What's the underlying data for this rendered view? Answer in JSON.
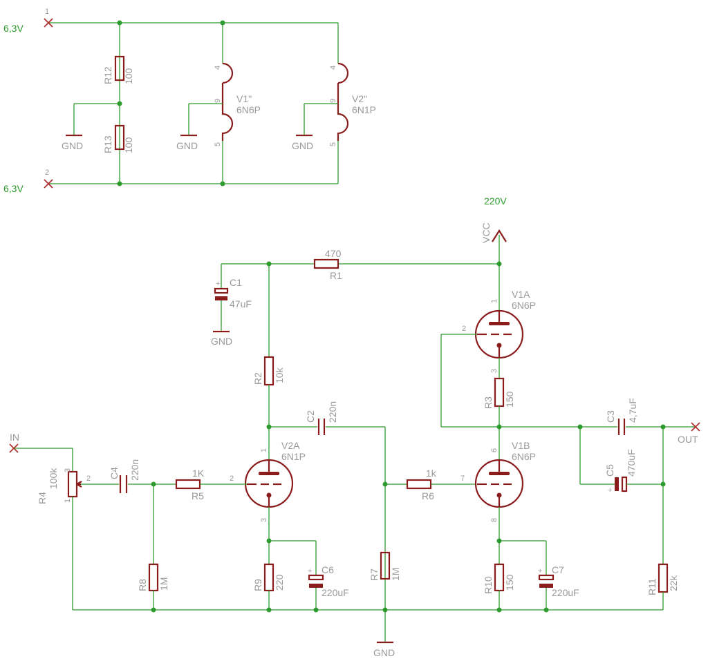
{
  "supply": {
    "net_top": "6,3V",
    "net_bottom": "6,3V",
    "pin_top": "1",
    "pin_bottom": "2",
    "r12": {
      "name": "R12",
      "value": "100"
    },
    "r13": {
      "name": "R13",
      "value": "100"
    },
    "v1h": {
      "name": "V1\"",
      "type": "6N6P",
      "p1": "4",
      "p2": "9",
      "p3": "5"
    },
    "v2h": {
      "name": "V2\"",
      "type": "6N1P",
      "p1": "4",
      "p2": "9",
      "p3": "5"
    },
    "gnd": "GND"
  },
  "net_220v": "220V",
  "vcc": "VCC",
  "r1": {
    "name": "R1",
    "value": "470"
  },
  "c1": {
    "name": "C1",
    "value": "47uF"
  },
  "r2": {
    "name": "R2",
    "value": "10k"
  },
  "c2": {
    "name": "C2",
    "value": "220n"
  },
  "v2a": {
    "name": "V2A",
    "type": "6N1P",
    "p_plate": "1",
    "p_grid": "2",
    "p_cath": "3"
  },
  "v1a": {
    "name": "V1A",
    "type": "6N6P",
    "p_plate": "1",
    "p_grid": "2",
    "p_cath": "3"
  },
  "v1b": {
    "name": "V1B",
    "type": "6N6P",
    "p_plate": "6",
    "p_grid": "7",
    "p_cath": "8"
  },
  "r3": {
    "name": "R3",
    "value": "150"
  },
  "c3": {
    "name": "C3",
    "value": "4,7uF"
  },
  "c5": {
    "name": "C5",
    "value": "470uF"
  },
  "in_label": "IN",
  "out_label": "OUT",
  "r4": {
    "name": "R4",
    "value": "100k",
    "p1": "1",
    "p2": "2",
    "p3": "3"
  },
  "c4": {
    "name": "C4",
    "value": "220n"
  },
  "r5": {
    "name": "R5",
    "value": "1K"
  },
  "r6": {
    "name": "R6",
    "value": "1k"
  },
  "r8": {
    "name": "R8",
    "value": "1M"
  },
  "r9": {
    "name": "R9",
    "value": "220"
  },
  "c6": {
    "name": "C6",
    "value": "220uF"
  },
  "r7": {
    "name": "R7",
    "value": "1M"
  },
  "r10": {
    "name": "R10",
    "value": "150"
  },
  "c7": {
    "name": "C7",
    "value": "220uF"
  },
  "r11": {
    "name": "R11",
    "value": "22k"
  },
  "gnd_main": "GND",
  "plus": "+"
}
